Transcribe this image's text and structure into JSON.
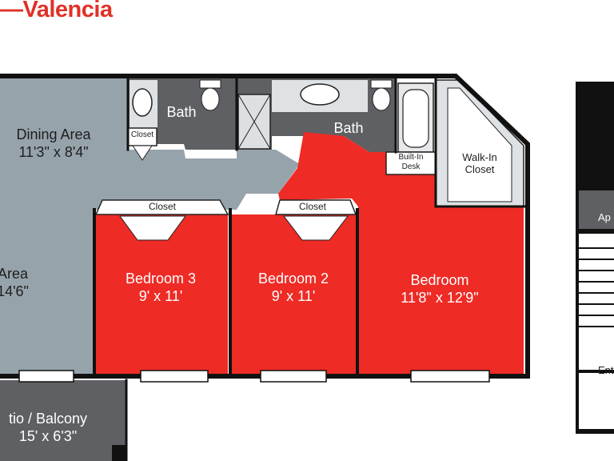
{
  "header": {
    "title": "—Valencia"
  },
  "colors": {
    "accent": "#e03127",
    "room_red": "#ee2b25",
    "common_gray": "#97a3ab",
    "bath_gray": "#5e6063",
    "wall": "#111111"
  },
  "rooms": {
    "dining": {
      "name": "Dining Area",
      "size": "11'3\" x 8'4\""
    },
    "living": {
      "name": "Area",
      "size": "14'6\""
    },
    "patio": {
      "name": "tio / Balcony",
      "size": "15' x 6'3\""
    },
    "bedroom3": {
      "name": "Bedroom 3",
      "size": "9' x 11'"
    },
    "bedroom2": {
      "name": "Bedroom 2",
      "size": "9' x 11'"
    },
    "bedroom": {
      "name": "Bedroom",
      "size": "11'8\" x 12'9\""
    },
    "bath1": {
      "name": "Bath"
    },
    "bath2": {
      "name": "Bath"
    },
    "closet_small": {
      "name": "Closet"
    },
    "closet_b3": {
      "name": "Closet"
    },
    "closet_b2": {
      "name": "Closet"
    },
    "desk": {
      "name": "Built-In\nDesk"
    },
    "walkin": {
      "name": "Walk-In\nCloset"
    }
  },
  "inset": {
    "label_top": "Ap",
    "label_bottom": "Ent"
  }
}
